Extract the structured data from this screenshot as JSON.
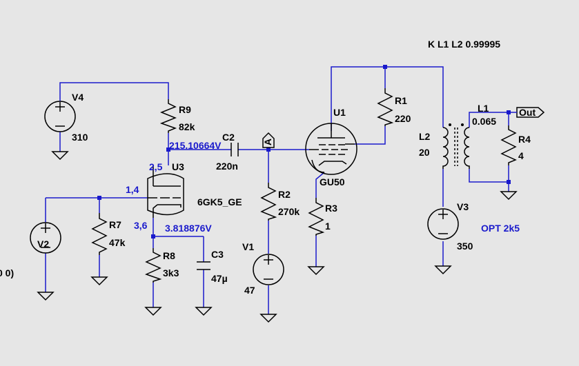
{
  "directive": "K L1 L2 0.99995",
  "stray_text": "0 0)",
  "components": {
    "V4": {
      "name": "V4",
      "value": "310"
    },
    "R9": {
      "name": "R9",
      "value": "82k"
    },
    "C2": {
      "name": "C2",
      "value": "220n"
    },
    "U3": {
      "name": "U3",
      "value": "6GK5_GE"
    },
    "R7": {
      "name": "R7",
      "value": "47k"
    },
    "V2": {
      "name": "V2"
    },
    "R8": {
      "name": "R8",
      "value": "3k3"
    },
    "C3": {
      "name": "C3",
      "value": "47µ"
    },
    "R2": {
      "name": "R2",
      "value": "270k"
    },
    "V1": {
      "name": "V1",
      "value": "47"
    },
    "U1": {
      "name": "U1",
      "value": "GU50"
    },
    "R1": {
      "name": "R1",
      "value": "220"
    },
    "R3": {
      "name": "R3",
      "value": "1"
    },
    "L2": {
      "name": "L2",
      "value": "20"
    },
    "L1": {
      "name": "L1",
      "value": "0.065"
    },
    "R4": {
      "name": "R4",
      "value": "4"
    },
    "V3": {
      "name": "V3",
      "value": "350"
    }
  },
  "annotations": {
    "node_voltage_plate": "215.10664V",
    "node_voltage_cathode": "3.818876V",
    "pin_plate": "2,5",
    "pin_grid": "1,4",
    "pin_cathode": "3,6",
    "opt_note": "OPT 2k5"
  },
  "net_labels": {
    "node_a": "A",
    "output": "Out"
  },
  "colors": {
    "background": "#e6e6e6",
    "wire": "#1a1acc",
    "component": "#000000",
    "annotation": "#1a1acc"
  }
}
